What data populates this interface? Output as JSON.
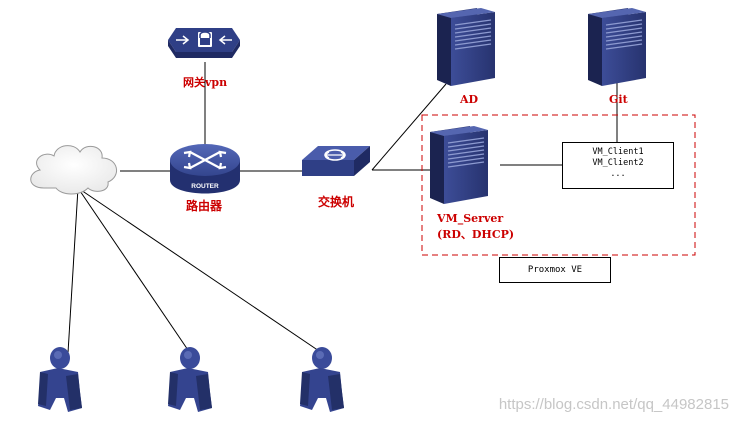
{
  "nodes": {
    "vpn_gateway": {
      "label": "网关vpn",
      "icon": "firewall-icon"
    },
    "router": {
      "label": "路由器",
      "badge": "ROUTER",
      "icon": "router-icon"
    },
    "switch": {
      "label": "交换机",
      "icon": "switch-icon"
    },
    "ad_server": {
      "label": "AD",
      "icon": "server-icon"
    },
    "git_server": {
      "label": "Git",
      "icon": "server-icon"
    },
    "vm_server": {
      "label_line1": "VM_Server",
      "label_line2": "(RD、DHCP)",
      "icon": "server-icon"
    },
    "internet": {
      "icon": "cloud-icon"
    },
    "users": [
      {
        "icon": "user-icon"
      },
      {
        "icon": "user-icon"
      },
      {
        "icon": "user-icon"
      }
    ]
  },
  "vm_clients": {
    "lines": [
      "VM_Client1",
      "VM_Client2",
      "..."
    ]
  },
  "proxmox": {
    "label": "Proxmox VE"
  },
  "watermark": "https://blog.csdn.net/qq_44982815",
  "colors": {
    "label_red": "#cc0000",
    "device_blue": "#2f3f86",
    "dashed_border": "#cc0000"
  }
}
